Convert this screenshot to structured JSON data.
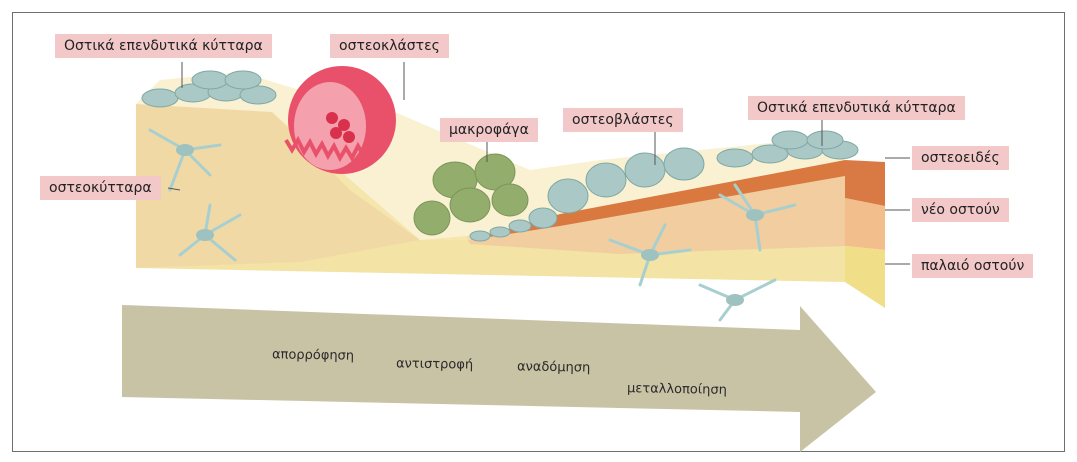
{
  "labels": {
    "lining_cells_left": "Οστικά επενδυτικά κύτταρα",
    "osteoclasts": "οστεοκλάστες",
    "macrophages": "μακροφάγα",
    "osteoblasts": "οστεοβλάστες",
    "lining_cells_right": "Οστικά επενδυτικά κύτταρα",
    "osteocytes": "οστεοκύτταρα",
    "osteoid": "οστεοειδές",
    "new_bone": "νέο οστούν",
    "old_bone": "παλαιό οστούν"
  },
  "arrow": {
    "stages": [
      "απορρόφηση",
      "αντιστροφή",
      "αναδόμηση",
      "μεταλλοποίηση"
    ]
  },
  "colors": {
    "label_bg": "#f2c8c8",
    "arrow": "#c9c3a6",
    "old_bone": "#f3e3a4",
    "new_bone": "#f0caa0",
    "osteoid": "#de8a55",
    "cells": "#9ec2bf",
    "osteoclast": "#e9516b",
    "macrophage": "#93ad6c"
  }
}
